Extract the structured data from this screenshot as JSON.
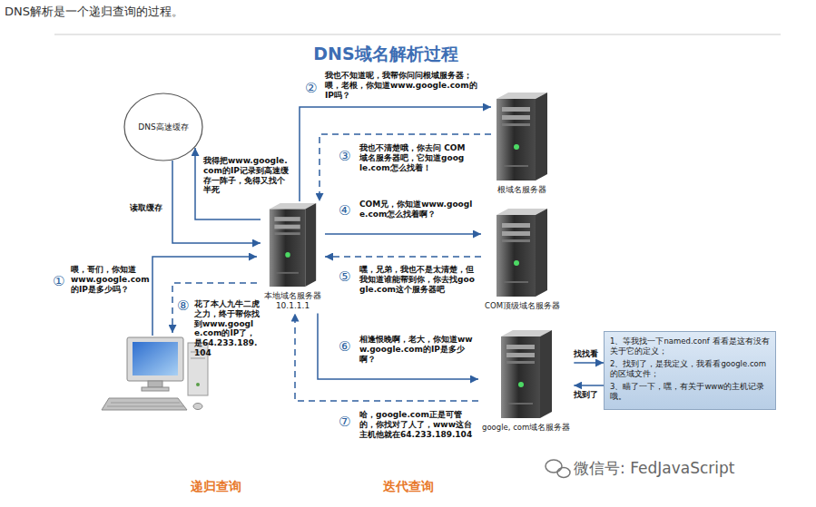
{
  "diagram": {
    "title": "DNS域名解析过程",
    "nodes": [
      {
        "text": [
          "DNS高速缓存"
        ]
      },
      {
        "text": [
          "本地域名服务器",
          "10.1.1.1"
        ]
      },
      {
        "text": [
          "根域名服务器"
        ]
      },
      {
        "text": [
          "COM顶级域名服务器"
        ]
      },
      {
        "text": [
          "google, com域名服务器"
        ]
      },
      {
        "text": [
          "1、等我找一下named.conf 看看是这有没有关于它的定义；",
          "2、找到了，是我定义，我看看google.com的区域文件；",
          "3、瞄了一下，嘿，有关于www的主机记录哦。"
        ]
      }
    ],
    "edges": [
      {
        "from": 1,
        "to": 0,
        "label": "我得把www.google.com的IP记录到高速缓存一阵子，免得又找个半死",
        "arrow": "to"
      },
      {
        "from": 0,
        "to": 1,
        "label": "读取缓存",
        "arrow": "to"
      },
      {
        "from": 1,
        "to": 2,
        "label": "我也不知道呢，我帮你问问根域服务器；喂，老根，你知道www.google.com的IP吗？",
        "arrow": "to"
      },
      {
        "from": 2,
        "to": 1,
        "label": "我也不清楚哦，你去问 COM域名服务器吧，它知道google.com怎么找着！",
        "arrow": "to"
      },
      {
        "from": 1,
        "to": 3,
        "label": "COM兄，你知道www.google.com怎么找着啊？",
        "arrow": "to"
      },
      {
        "from": 3,
        "to": 1,
        "label": "嘿，兄弟，我也不是太清楚，但我知道谁能帮到你，你去找google.com这个服务器吧",
        "arrow": "to"
      },
      {
        "from": 1,
        "to": 4,
        "label": "相逢恨晚啊，老大，你知道www.google.com的IP是多少啊？",
        "arrow": "to"
      },
      {
        "from": 4,
        "to": 1,
        "label": "哈，google.com正是可管的，你找对了人了，www这台主机他就在64.233.189.104",
        "arrow": "to"
      },
      {
        "from": 4,
        "to": 5,
        "label": "找找看",
        "arrow": "to"
      },
      {
        "from": 5,
        "to": 4,
        "label": "找到了",
        "arrow": "to"
      }
    ],
    "labels": [
      "DNS解析是一个递归查询的过程。",
      "①",
      "喂，哥们，你知道www.google.com的IP是多少吗？",
      "②",
      "③",
      "④",
      "⑤",
      "⑥",
      "⑦",
      "⑧",
      "花了本人九牛二虎之力，终于帮你找到www.google.com的IP了，是64.233.189.104",
      "递归查询",
      "迭代查询",
      "微信号: FedJavaScript"
    ]
  }
}
